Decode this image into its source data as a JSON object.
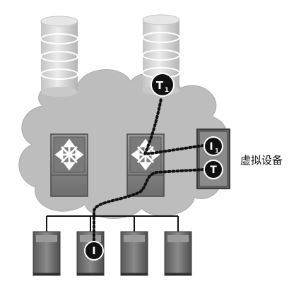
{
  "diagram": {
    "caption": "虚拟设备",
    "nodes": {
      "top_target": {
        "letter": "T",
        "subscript": "1"
      },
      "virtual_initiator": {
        "letter": "I",
        "subscript": "1"
      },
      "virtual_target": {
        "letter": "T"
      },
      "host_initiator": {
        "letter": "I"
      }
    },
    "storage_arrays": [
      "storage-array-left",
      "storage-array-right"
    ],
    "switches": [
      "switch-left",
      "switch-right"
    ],
    "servers": [
      "server-1",
      "server-2",
      "server-3",
      "server-4"
    ]
  },
  "colors": {
    "cloud": "#bdbdbd",
    "disk": "#d6d6d6",
    "switch_body": "#8a8a8a",
    "server_body": "#7a7a7a",
    "node_fill": "#111111",
    "path": "#111111"
  }
}
